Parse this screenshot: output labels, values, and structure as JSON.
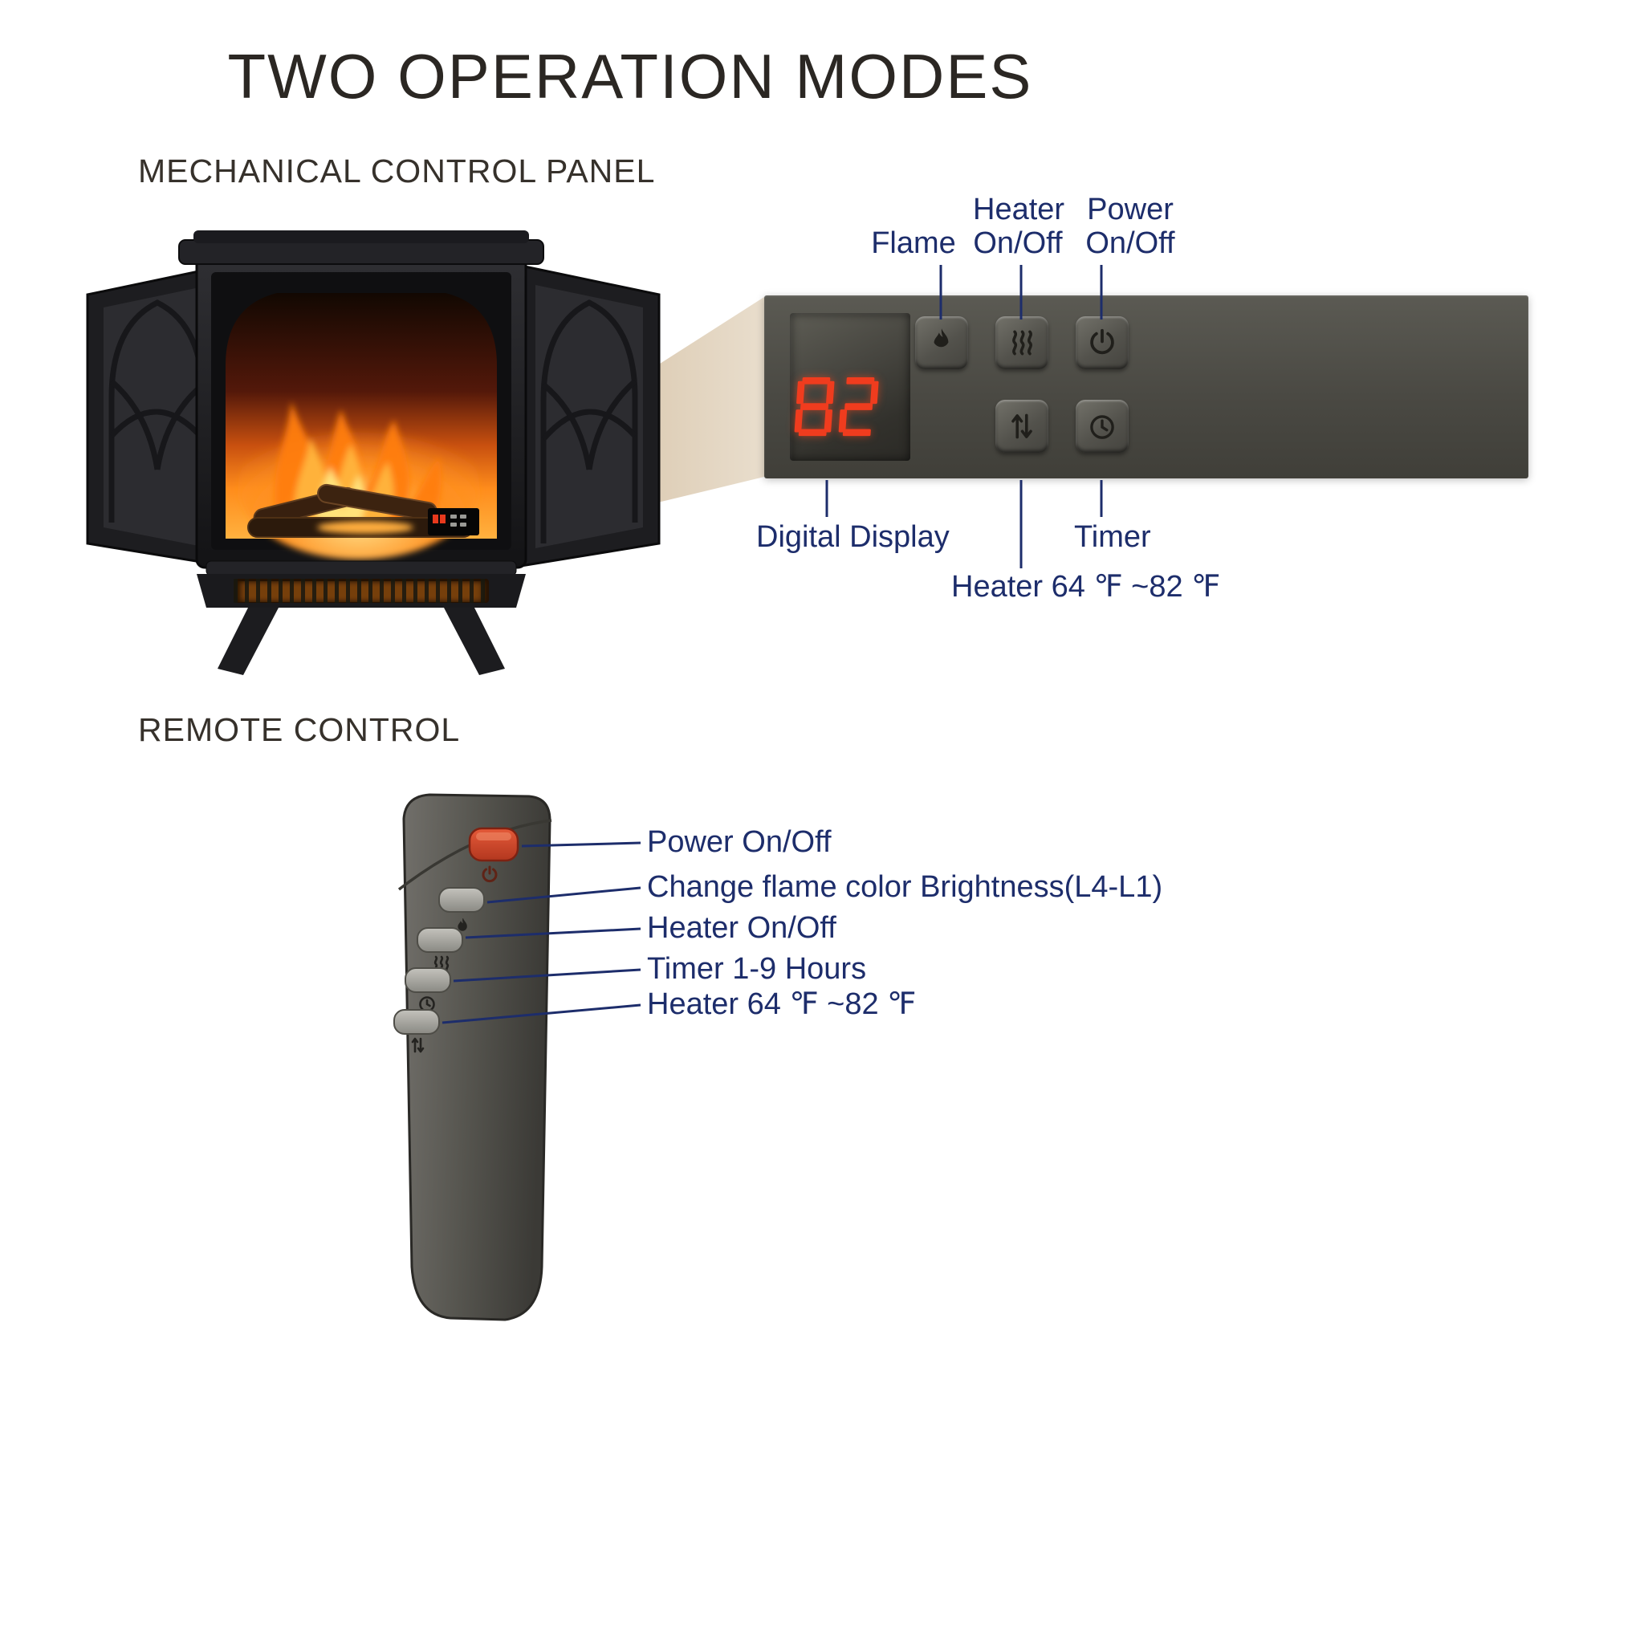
{
  "title": "TWO OPERATION MODES",
  "mechanical": {
    "heading": "MECHANICAL CONTROL PANEL",
    "display_value": "82",
    "callouts": {
      "flame": "Flame",
      "heater_top": "Heater",
      "heater_bottom": "On/Off",
      "power_top": "Power",
      "power_bottom": "On/Off",
      "digital_display": "Digital Display",
      "timer": "Timer",
      "heater_range": "Heater 64 ℉ ~82 ℉"
    },
    "panel_buttons": [
      {
        "name": "flame-button",
        "icon": "flame-icon"
      },
      {
        "name": "heater-onoff-button",
        "icon": "heat-waves-icon"
      },
      {
        "name": "power-onoff-button",
        "icon": "power-icon"
      },
      {
        "name": "temp-updown-button",
        "icon": "up-down-arrows-icon"
      },
      {
        "name": "timer-button",
        "icon": "clock-icon"
      }
    ]
  },
  "remote": {
    "heading": "REMOTE CONTROL",
    "buttons": [
      {
        "icon": "power-icon",
        "label": "Power On/Off"
      },
      {
        "icon": "flame-icon",
        "label": "Change flame color Brightness(L4-L1)"
      },
      {
        "icon": "heat-waves-icon",
        "label": "Heater On/Off"
      },
      {
        "icon": "clock-icon",
        "label": "Timer 1-9 Hours"
      },
      {
        "icon": "up-down-arrows-icon",
        "label": "Heater 64 ℉ ~82 ℉"
      }
    ]
  },
  "colors": {
    "callout_text": "#1d2d6b",
    "digital_red": "#f03c1e",
    "panel_gray": "#4c4b45",
    "remote_body_gray": "#55544e",
    "remote_power_red": "#cf4027"
  }
}
